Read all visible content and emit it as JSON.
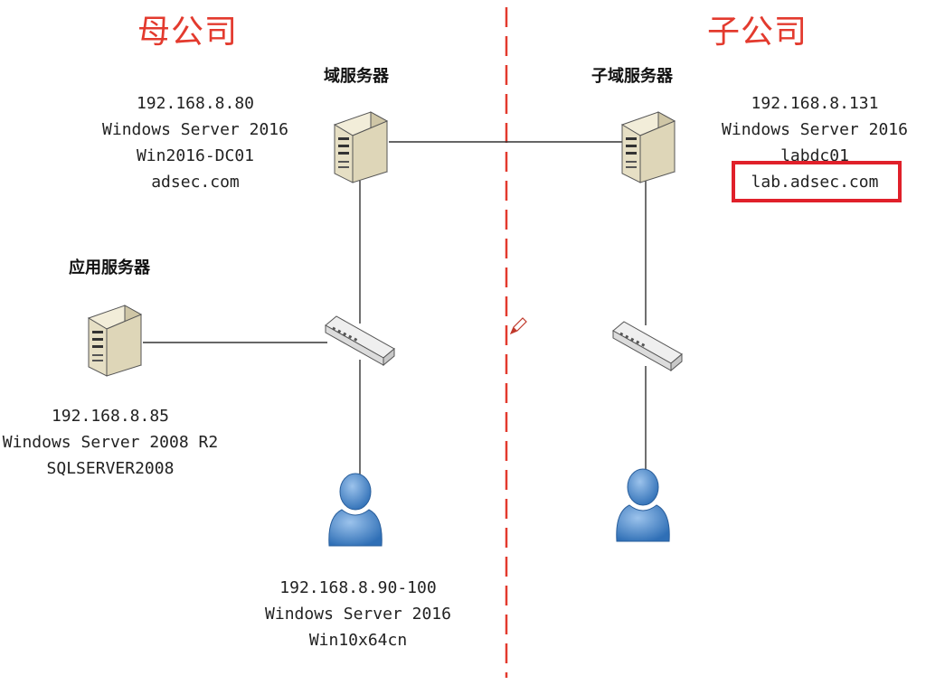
{
  "zones": {
    "parent": "母公司",
    "child": "子公司"
  },
  "nodes": {
    "domain_server": {
      "title": "域服务器",
      "ip": "192.168.8.80",
      "os": "Windows Server 2016",
      "hostname": "Win2016-DC01",
      "domain": "adsec.com",
      "icon": "server-icon"
    },
    "child_domain_server": {
      "title": "子域服务器",
      "ip": "192.168.8.131",
      "os": "Windows Server 2016",
      "hostname": "labdc01",
      "domain": "lab.adsec.com",
      "icon": "server-icon"
    },
    "app_server": {
      "title": "应用服务器",
      "ip": "192.168.8.85",
      "os": "Windows Server 2008 R2",
      "hostname": "SQLSERVER2008",
      "icon": "server-icon"
    },
    "parent_client": {
      "ip": "192.168.8.90-100",
      "os": "Windows Server 2016",
      "hostname": "Win10x64cn",
      "icon": "user-icon"
    },
    "child_client": {
      "icon": "user-icon"
    },
    "parent_switch": {
      "icon": "switch-icon"
    },
    "child_switch": {
      "icon": "switch-icon"
    }
  },
  "colors": {
    "divider": "#e33a2e",
    "zone_title": "#e33a2e",
    "highlight": "#e0202a",
    "link": "#222222",
    "user": "#4a86c8",
    "server": "#e9e2c8"
  }
}
